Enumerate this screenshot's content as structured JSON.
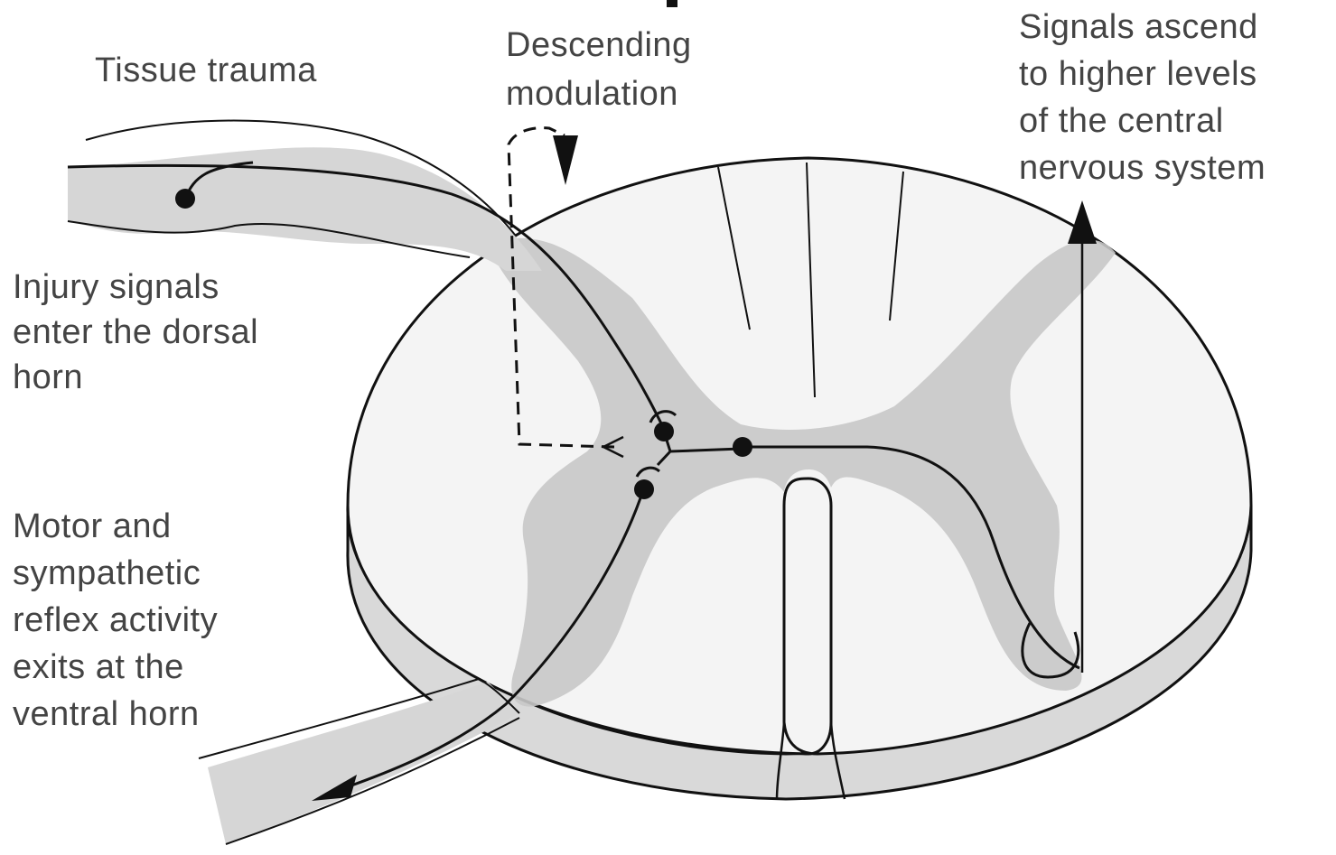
{
  "labels": {
    "tissue_trauma": "Tissue trauma",
    "descending": [
      "Descending",
      "modulation"
    ],
    "ascending": [
      "Signals ascend",
      "to higher levels",
      "of the central",
      "nervous system"
    ],
    "injury": [
      "Injury signals",
      "enter the dorsal",
      "horn"
    ],
    "motor": [
      "Motor and",
      "sympathetic",
      "reflex activity",
      "exits at the",
      "ventral horn"
    ]
  },
  "colors": {
    "background": "#ffffff",
    "outline": "#111111",
    "gray_matter": "#c8c8c8",
    "white_matter": "#f4f4f4",
    "text": "#444444"
  }
}
